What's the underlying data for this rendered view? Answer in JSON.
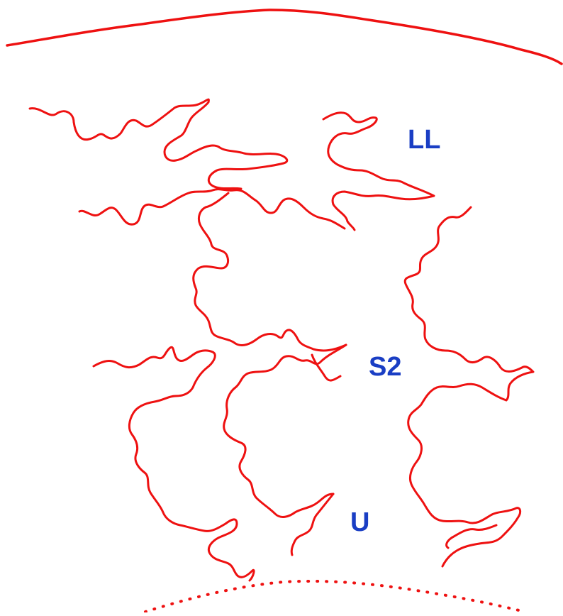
{
  "labels": {
    "upper_left": "LL",
    "middle": "S2",
    "bottom": "U"
  },
  "colors": {
    "line": "#ee1111",
    "label": "#1a3ec4",
    "background": "#ffffff"
  }
}
